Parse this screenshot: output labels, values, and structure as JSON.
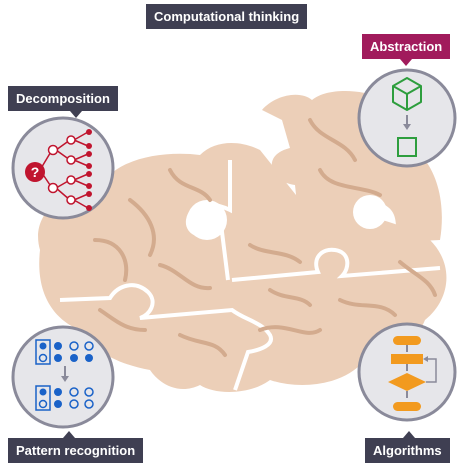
{
  "labels": {
    "title": "Computational thinking",
    "decomposition": "Decomposition",
    "abstraction": "Abstraction",
    "pattern_recognition": "Pattern recognition",
    "algorithms": "Algorithms"
  },
  "icons": {
    "decomposition": "question-mark-icon",
    "abstraction": "cube-to-square-icon",
    "pattern_recognition": "dot-grid-icon",
    "algorithms": "flowchart-icon"
  },
  "colors": {
    "label_dark": "#3f3f52",
    "label_accent": "#a11b5c",
    "brain": "#eccfb8",
    "brain_fold": "#d3ab8e",
    "circle_fill": "#e6e6ea",
    "circle_border": "#8a8a9a",
    "red": "#c0152f",
    "green": "#2e9e3e",
    "blue": "#1a62c8",
    "orange": "#f29a1f"
  }
}
